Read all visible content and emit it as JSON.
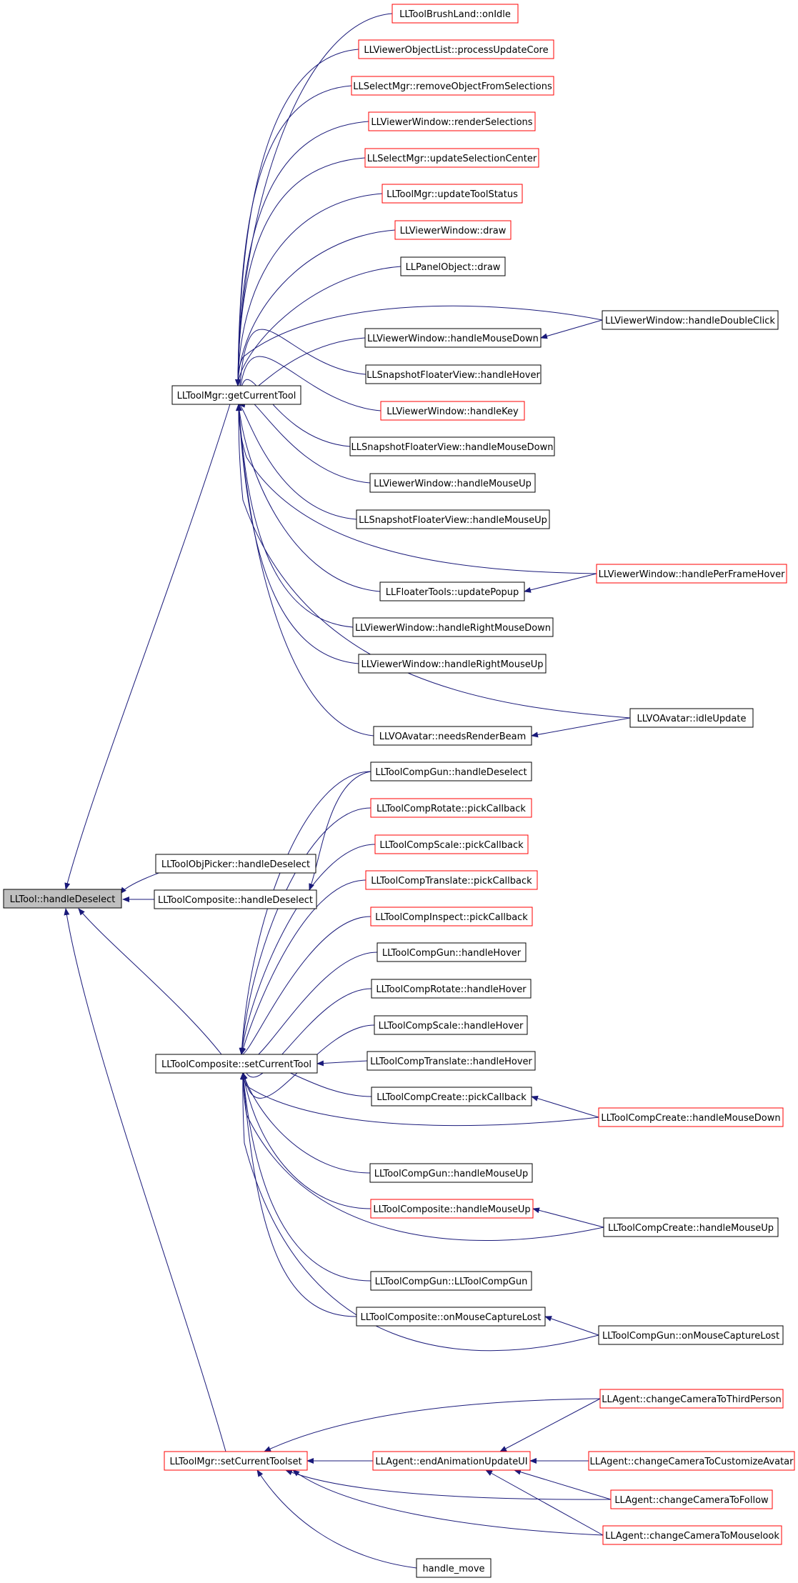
{
  "colors": {
    "edge": "#1a1a7a",
    "border_default": "#000000",
    "border_truncated": "#ff0000",
    "root_fill": "#bfbfbf",
    "node_fill": "#ffffff",
    "text": "#000000"
  },
  "nodes": {
    "n0": {
      "label": "LLTool::handleDeselect",
      "style": "root"
    },
    "n1": {
      "label": "LLToolMgr::getCurrentTool",
      "style": "black"
    },
    "n2": {
      "label": "LLToolObjPicker::handleDeselect",
      "style": "black"
    },
    "n3": {
      "label": "LLToolComposite::handleDeselect",
      "style": "black"
    },
    "n4": {
      "label": "LLToolComposite::setCurrentTool",
      "style": "black"
    },
    "n5": {
      "label": "LLToolMgr::setCurrentToolset",
      "style": "red"
    },
    "a1": {
      "label": "LLToolBrushLand::onIdle",
      "style": "red"
    },
    "a2": {
      "label": "LLViewerObjectList::processUpdateCore",
      "style": "red"
    },
    "a3": {
      "label": "LLSelectMgr::removeObjectFromSelections",
      "style": "red"
    },
    "a4": {
      "label": "LLViewerWindow::renderSelections",
      "style": "red"
    },
    "a5": {
      "label": "LLSelectMgr::updateSelectionCenter",
      "style": "red"
    },
    "a6": {
      "label": "LLToolMgr::updateToolStatus",
      "style": "red"
    },
    "a7": {
      "label": "LLViewerWindow::draw",
      "style": "red"
    },
    "a8": {
      "label": "LLPanelObject::draw",
      "style": "black"
    },
    "a9": {
      "label": "LLViewerWindow::handleMouseDown",
      "style": "black"
    },
    "a10": {
      "label": "LLSnapshotFloaterView::handleHover",
      "style": "black"
    },
    "a11": {
      "label": "LLViewerWindow::handleKey",
      "style": "red"
    },
    "a12": {
      "label": "LLSnapshotFloaterView::handleMouseDown",
      "style": "black"
    },
    "a13": {
      "label": "LLViewerWindow::handleMouseUp",
      "style": "black"
    },
    "a14": {
      "label": "LLSnapshotFloaterView::handleMouseUp",
      "style": "black"
    },
    "a15": {
      "label": "LLFloaterTools::updatePopup",
      "style": "black"
    },
    "a16": {
      "label": "LLViewerWindow::handleRightMouseDown",
      "style": "black"
    },
    "a17": {
      "label": "LLViewerWindow::handleRightMouseUp",
      "style": "black"
    },
    "a18": {
      "label": "LLVOAvatar::needsRenderBeam",
      "style": "black"
    },
    "b1": {
      "label": "LLViewerWindow::handleDoubleClick",
      "style": "black"
    },
    "b2": {
      "label": "LLViewerWindow::handlePerFrameHover",
      "style": "red"
    },
    "b3": {
      "label": "LLVOAvatar::idleUpdate",
      "style": "black"
    },
    "c1": {
      "label": "LLToolCompGun::handleDeselect",
      "style": "black"
    },
    "c2": {
      "label": "LLToolCompRotate::pickCallback",
      "style": "red"
    },
    "c3": {
      "label": "LLToolCompScale::pickCallback",
      "style": "red"
    },
    "c4": {
      "label": "LLToolCompTranslate::pickCallback",
      "style": "red"
    },
    "c5": {
      "label": "LLToolCompInspect::pickCallback",
      "style": "red"
    },
    "c6": {
      "label": "LLToolCompGun::handleHover",
      "style": "black"
    },
    "c7": {
      "label": "LLToolCompRotate::handleHover",
      "style": "black"
    },
    "c8": {
      "label": "LLToolCompScale::handleHover",
      "style": "black"
    },
    "c9": {
      "label": "LLToolCompTranslate::handleHover",
      "style": "black"
    },
    "c10": {
      "label": "LLToolCompCreate::pickCallback",
      "style": "black"
    },
    "c11": {
      "label": "LLToolCompGun::handleMouseUp",
      "style": "black"
    },
    "c12": {
      "label": "LLToolComposite::handleMouseUp",
      "style": "red"
    },
    "c13": {
      "label": "LLToolCompGun::LLToolCompGun",
      "style": "black"
    },
    "c14": {
      "label": "LLToolComposite::onMouseCaptureLost",
      "style": "black"
    },
    "d1": {
      "label": "LLToolCompCreate::handleMouseDown",
      "style": "red"
    },
    "d2": {
      "label": "LLToolCompCreate::handleMouseUp",
      "style": "black"
    },
    "d3": {
      "label": "LLToolCompGun::onMouseCaptureLost",
      "style": "black"
    },
    "e1": {
      "label": "LLAgent::endAnimationUpdateUI",
      "style": "red"
    },
    "e2": {
      "label": "handle_move",
      "style": "black"
    },
    "f1": {
      "label": "LLAgent::changeCameraToThirdPerson",
      "style": "red"
    },
    "f2": {
      "label": "LLAgent::changeCameraToCustomizeAvatar",
      "style": "red"
    },
    "f3": {
      "label": "LLAgent::changeCameraToFollow",
      "style": "red"
    },
    "f4": {
      "label": "LLAgent::changeCameraToMouselook",
      "style": "red"
    }
  }
}
